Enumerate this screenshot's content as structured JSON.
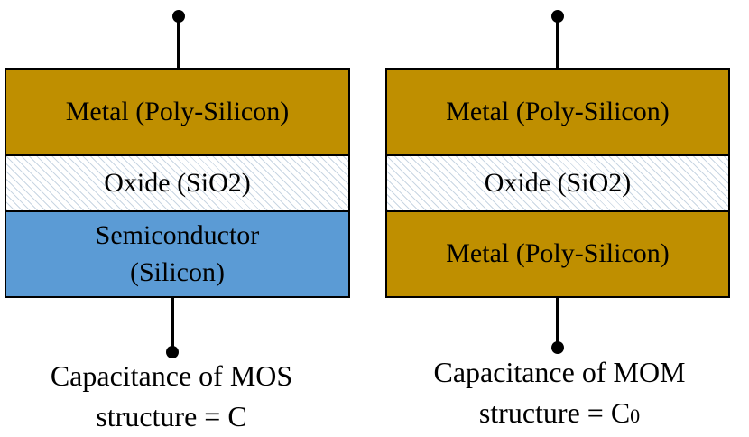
{
  "mos": {
    "top_layer": "Metal (Poly-Silicon)",
    "middle_layer": "Oxide (SiO2)",
    "bottom_layer_line1": "Semiconductor",
    "bottom_layer_line2": "(Silicon)",
    "caption_line1": "Capacitance of MOS",
    "caption_line2": "structure = C"
  },
  "mom": {
    "top_layer": "Metal (Poly-Silicon)",
    "middle_layer": "Oxide (SiO2)",
    "bottom_layer": "Metal (Poly-Silicon)",
    "caption_line1": "Capacitance of MOM",
    "caption_line2_prefix": "structure = C",
    "caption_line2_subscript": "0"
  },
  "colors": {
    "metal": "#bf8f00",
    "semiconductor": "#5b9bd5",
    "oxide_hatch": "#c9d6e3",
    "outline": "#000000"
  }
}
